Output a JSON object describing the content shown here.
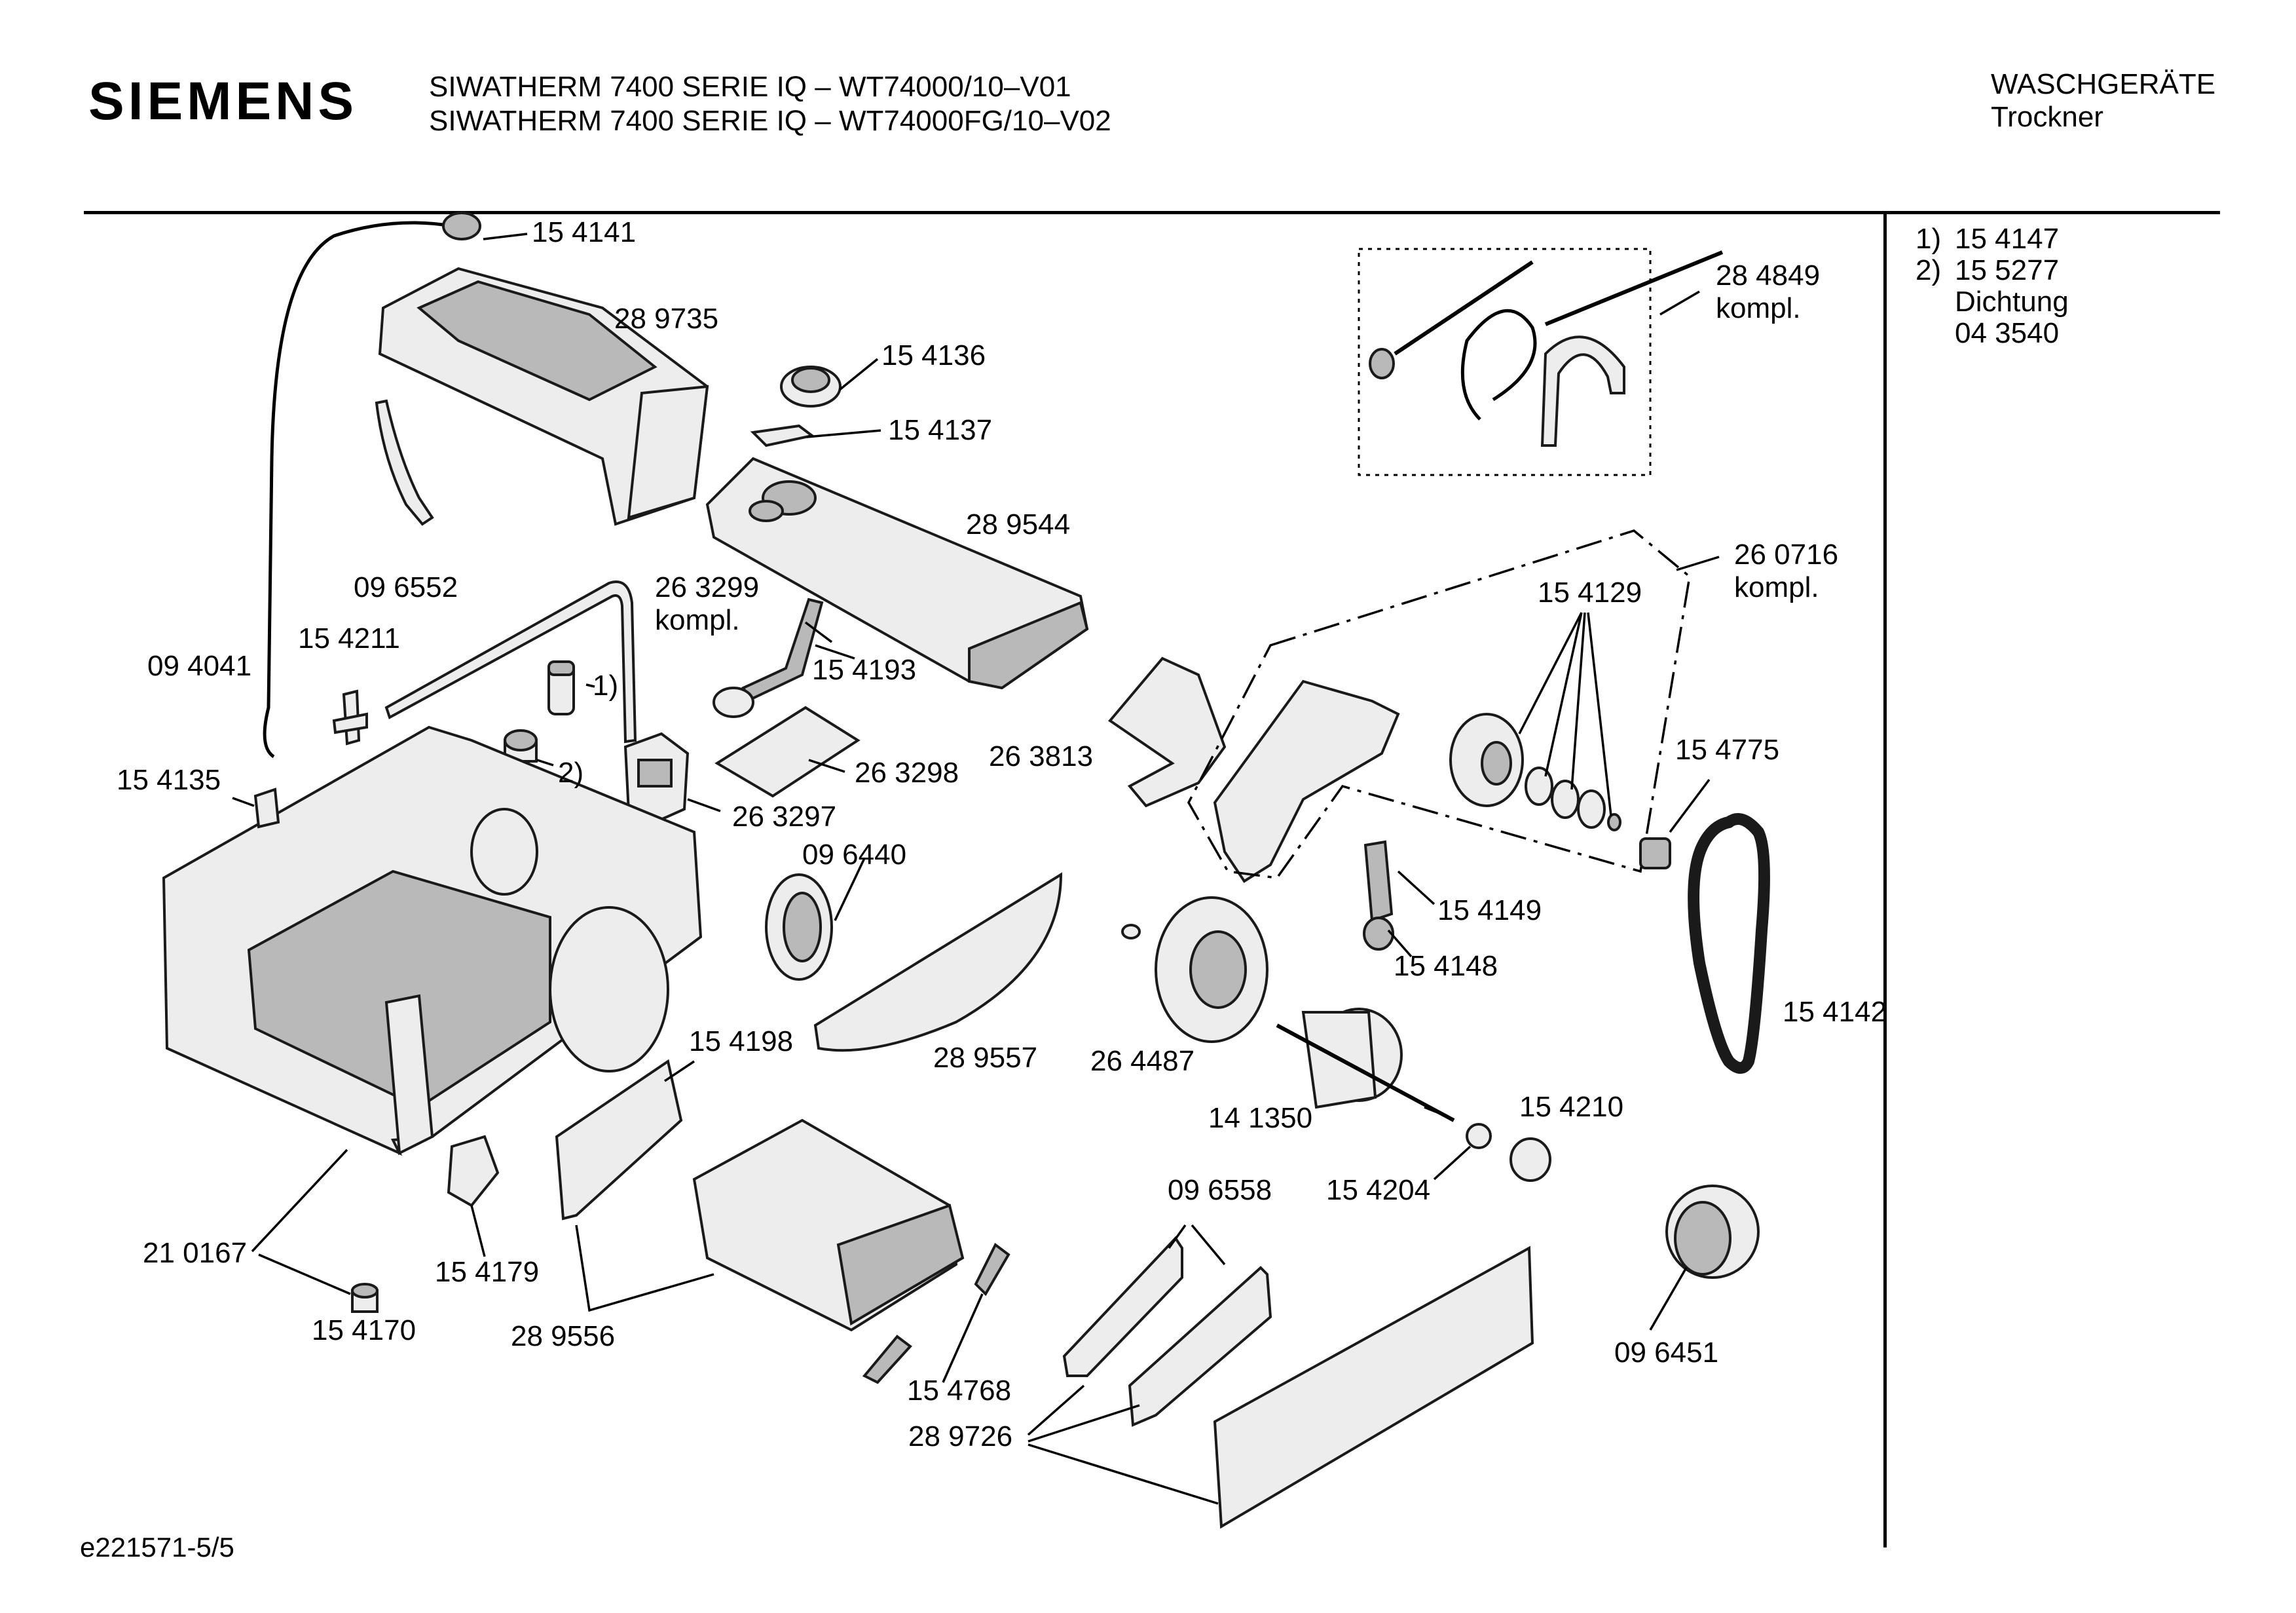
{
  "header": {
    "brand": "SIEMENS",
    "title_line_1": "SIWATHERM 7400 SERIE IQ – WT74000/10–V01",
    "title_line_2": "SIWATHERM 7400 SERIE IQ – WT74000FG/10–V02",
    "category_line_1": "WASCHGERÄTE",
    "category_line_2": "Trockner"
  },
  "notes": [
    {
      "marker": "1)",
      "text": "15 4147"
    },
    {
      "marker": "2)",
      "text": "15 5277"
    },
    {
      "marker": "",
      "text": "Dichtung"
    },
    {
      "marker": "",
      "text": "04 3540"
    }
  ],
  "drawing_id": "e221571-5/5",
  "labels": {
    "p154141": "15 4141",
    "p289735": "28 9735",
    "p154136": "15 4136",
    "p154137": "15 4137",
    "p289544": "28 9544",
    "p096552": "09 6552",
    "p263299": "26 3299",
    "p263299_k": "kompl.",
    "p154211": "15 4211",
    "p094041": "09 4041",
    "p154193": "15 4193",
    "note1": "1)",
    "note2": "2)",
    "p263298": "26 3298",
    "p263297": "26 3297",
    "p154135": "15 4135",
    "p263813": "26 3813",
    "p096440": "09 6440",
    "p289557": "28 9557",
    "p154198": "15 4198",
    "p210167": "21 0167",
    "p154170": "15 4170",
    "p154179": "15 4179",
    "p289556": "28 9556",
    "p154768": "15 4768",
    "p289726": "28 9726",
    "p096558": "09 6558",
    "p284849": "28 4849",
    "p284849_k": "kompl.",
    "p260716": "26 0716",
    "p260716_k": "kompl.",
    "p154129": "15 4129",
    "p154775": "15 4775",
    "p154149": "15 4149",
    "p154148": "15 4148",
    "p154142": "15 4142",
    "p264487": "26 4487",
    "p141350": "14 1350",
    "p154210": "15 4210",
    "p154204": "15 4204",
    "p096451": "09 6451"
  }
}
